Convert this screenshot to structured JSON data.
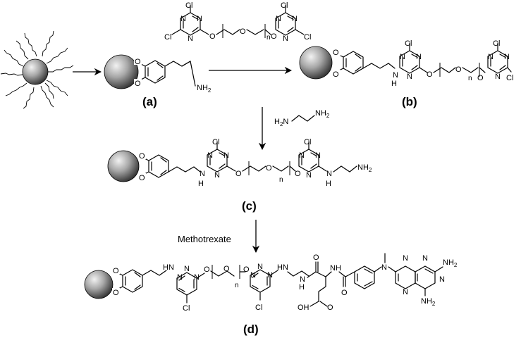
{
  "atoms": {
    "cl": "Cl",
    "n": "N",
    "o": "O",
    "h": "H",
    "nh": "NH",
    "nh2": "NH",
    "two": "2",
    "repeat": "n",
    "h2n": "H",
    "oh": "OH",
    "hoh": "OH"
  },
  "labels": {
    "a": "(a)",
    "b": "(b)",
    "c": "(c)",
    "d": "(d)"
  },
  "reagents": {
    "methotrexate": "Methotrexate"
  }
}
